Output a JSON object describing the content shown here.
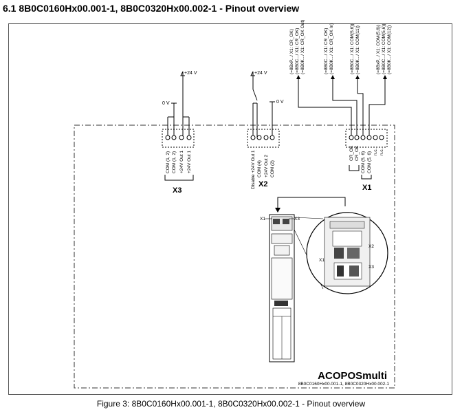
{
  "heading": "6.1 8B0C0160Hx00.001-1, 8B0C0320Hx00.002-1 - Pinout overview",
  "caption": "Figure 3: 8B0C0160Hx00.001-1, 8B0C0320Hx00.002-1 - Pinout overview",
  "x3": {
    "label": "X3",
    "supply_plus": "+24 V",
    "supply_zero": "0 V",
    "pins": [
      "COM (1, 2)",
      "COM (1, 2)",
      "+24V Out 1",
      "+24V Out 1"
    ]
  },
  "x2": {
    "label": "X2",
    "supply_plus": "+24 V",
    "supply_zero": "0 V",
    "pins": [
      "Disable +24V Out 1",
      "COM (4)",
      "+24V Out 2",
      "COM (2)"
    ]
  },
  "x1": {
    "label": "X1",
    "pins": [
      "CR_OK",
      "CR_OK",
      "COM (5, 6)",
      "COM (5, 6)",
      "n.c.",
      "n.c."
    ],
    "targets": [
      [
        "(=8BxP.../ X1: CR_OK)",
        "(=8B0C.../ X1: CR_OK)",
        "(=8B0K.../ X1: CR_OK Out)"
      ],
      [
        "(=8B0C.../ X1: CR_OK)",
        "(=8B0K.../ X1: CR_OK In)"
      ],
      [
        "(=8B0C.../ X1: COM(5,6))",
        "(=8B0K.../ X1: COM(11))"
      ],
      [
        "(=8BxP.../ X1: COM(5,6))",
        "(=8B0C.../ X1: COM(5,6))",
        "(=8B0K.../ X1: COM(12))"
      ]
    ]
  },
  "module": {
    "brand": "ACOPOSmulti",
    "models": "8B0C0160Hx00.001-1, 8B0C0320Hx00.002-1",
    "tag_x1": "X1",
    "tag_x3": "X3",
    "detail_x1": "X1",
    "detail_x2": "X2",
    "detail_x3": "X3"
  }
}
